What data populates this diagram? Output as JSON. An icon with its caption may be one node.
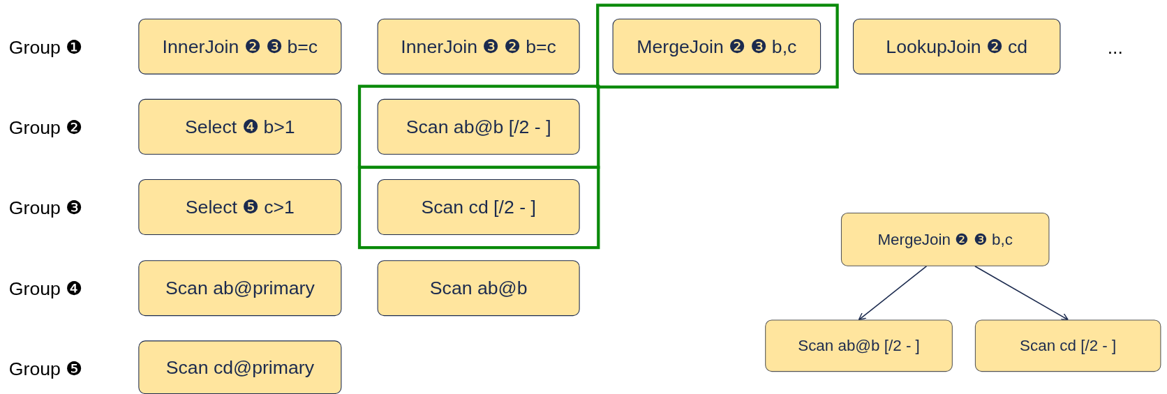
{
  "diagram": {
    "nodes": [
      {
        "text": [
          "InnerJoin ❷ ❸ b=c"
        ]
      },
      {
        "text": [
          "InnerJoin ❸ ❷ b=c"
        ]
      },
      {
        "text": [
          "MergeJoin ❷ ❸ b,c"
        ]
      },
      {
        "text": [
          "LookupJoin ❷ cd"
        ]
      },
      {
        "text": [
          "Select ❹ b>1"
        ]
      },
      {
        "text": [
          "Scan ab@b [/2 - ]"
        ]
      },
      {
        "text": [
          "Select ❺ c>1"
        ]
      },
      {
        "text": [
          "Scan cd [/2 - ]"
        ]
      },
      {
        "text": [
          "Scan ab@primary"
        ]
      },
      {
        "text": [
          "Scan ab@b"
        ]
      },
      {
        "text": [
          "Scan cd@primary"
        ]
      },
      {
        "text": [
          "MergeJoin ❷ ❸ b,c"
        ]
      },
      {
        "text": [
          "Scan ab@b [/2 - ]"
        ]
      },
      {
        "text": [
          "Scan cd [/2 - ]"
        ]
      }
    ],
    "edges": [
      {
        "from": 11,
        "to": 12,
        "arrow": "to"
      },
      {
        "from": 11,
        "to": 13,
        "arrow": "to"
      }
    ],
    "labels": [
      "Group ❶",
      "...",
      "Group ❷",
      "Group ❸",
      "Group ❹",
      "Group ❺"
    ]
  }
}
